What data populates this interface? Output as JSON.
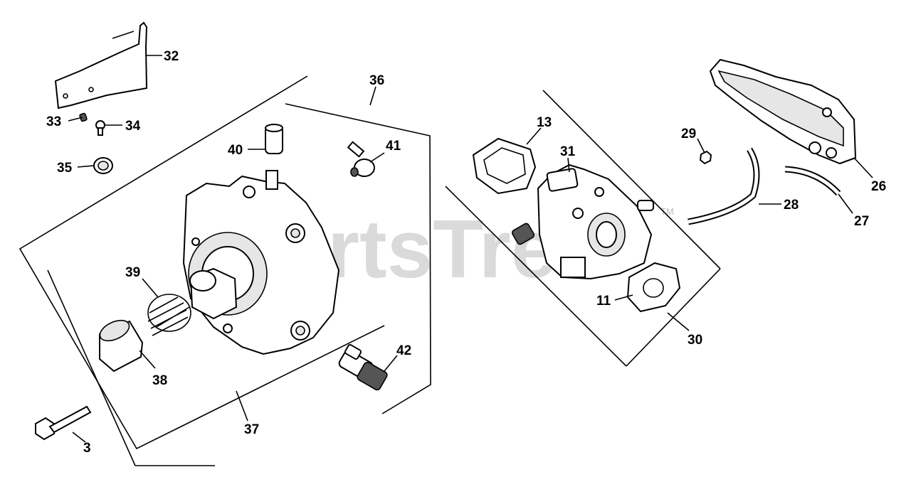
{
  "watermark": {
    "text": "PartsTree",
    "trademark": "TM"
  },
  "callouts": [
    {
      "id": "32",
      "label": "32"
    },
    {
      "id": "33",
      "label": "33"
    },
    {
      "id": "34",
      "label": "34"
    },
    {
      "id": "35",
      "label": "35"
    },
    {
      "id": "36",
      "label": "36"
    },
    {
      "id": "40",
      "label": "40"
    },
    {
      "id": "41",
      "label": "41"
    },
    {
      "id": "39",
      "label": "39"
    },
    {
      "id": "38",
      "label": "38"
    },
    {
      "id": "37",
      "label": "37"
    },
    {
      "id": "42",
      "label": "42"
    },
    {
      "id": "3",
      "label": "3"
    },
    {
      "id": "13",
      "label": "13"
    },
    {
      "id": "31",
      "label": "31"
    },
    {
      "id": "11",
      "label": "11"
    },
    {
      "id": "30",
      "label": "30"
    },
    {
      "id": "29",
      "label": "29"
    },
    {
      "id": "28",
      "label": "28"
    },
    {
      "id": "27",
      "label": "27"
    },
    {
      "id": "26",
      "label": "26"
    }
  ]
}
